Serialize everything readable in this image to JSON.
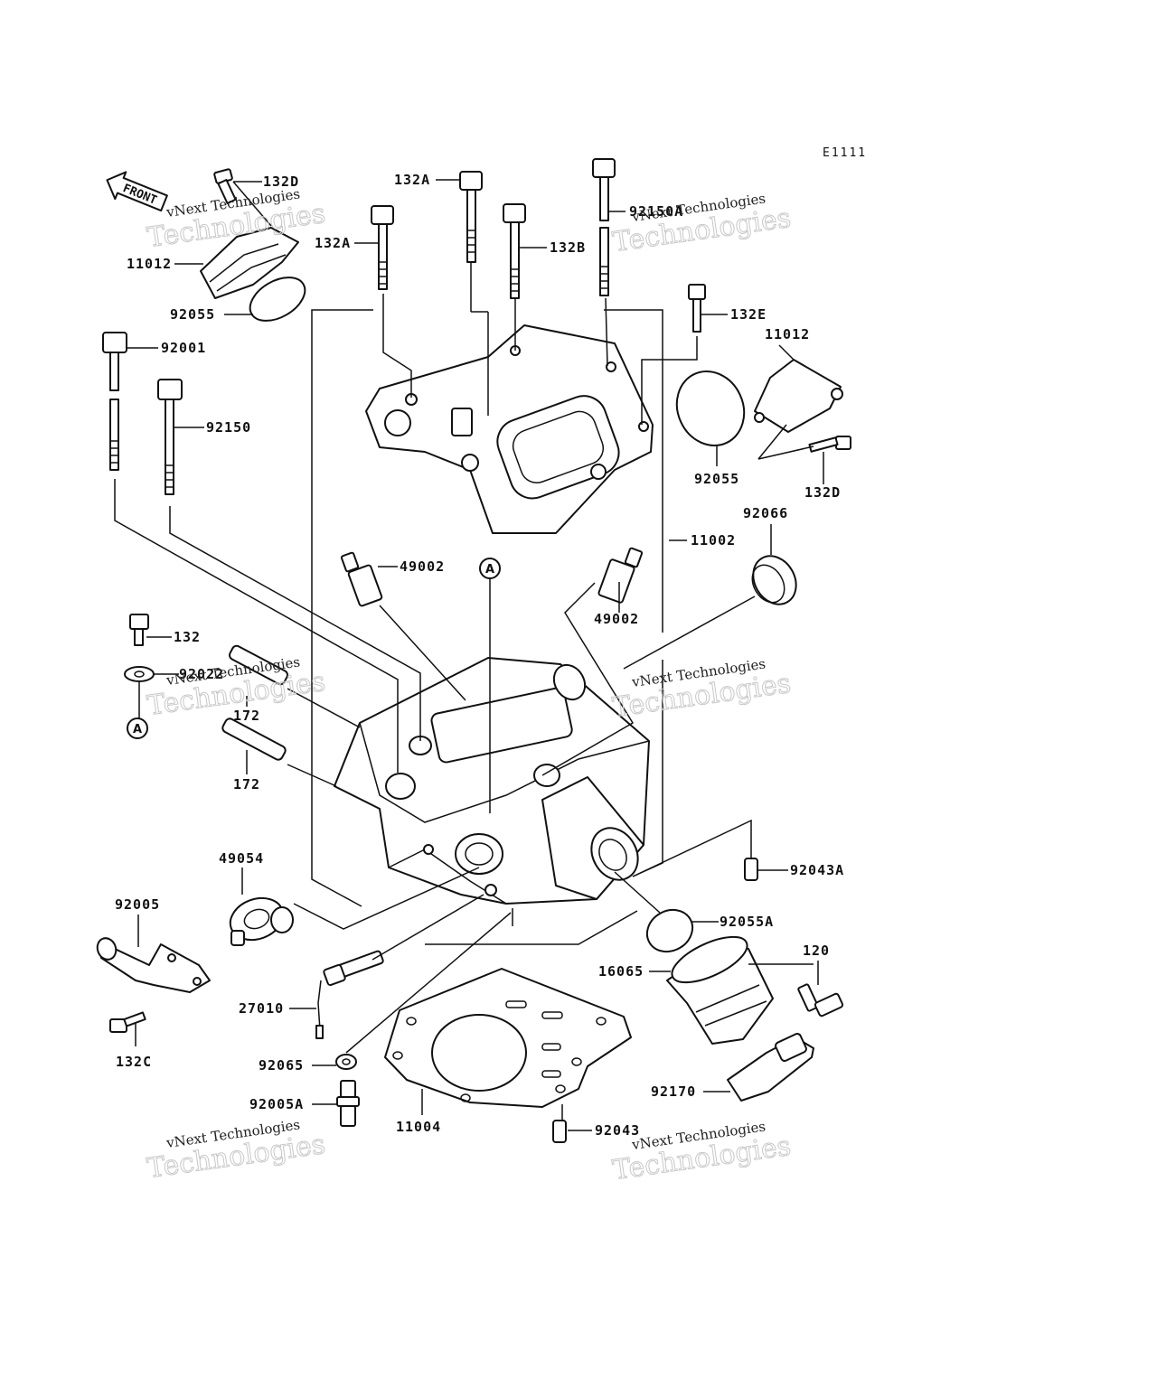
{
  "diagram_code": "E1111",
  "front_label": "FRONT",
  "ref_marker": "A",
  "watermark_line1": "vNext Technologies",
  "watermark_line2": "Technologies",
  "labels": {
    "l132d_top": "132D",
    "l11012_left": "11012",
    "l92055_left": "92055",
    "l132a_top": "132A",
    "l132a_mid": "132A",
    "l132b": "132B",
    "l92150a": "92150A",
    "l132e": "132E",
    "l11012_right": "11012",
    "l92001": "92001",
    "l92150": "92150",
    "l92055_right": "92055",
    "l132d_right": "132D",
    "l92066": "92066",
    "l11002": "11002",
    "l49002_left": "49002",
    "l49002_right": "49002",
    "l132": "132",
    "l92022": "92022",
    "l172_a": "172",
    "l172_b": "172",
    "l49054": "49054",
    "l92005": "92005",
    "l92043a": "92043A",
    "l92055a": "92055A",
    "l120": "120",
    "l16065": "16065",
    "l27010": "27010",
    "l132c": "132C",
    "l92065": "92065",
    "l92005a": "92005A",
    "l11004": "11004",
    "l92043": "92043",
    "l92170": "92170"
  }
}
